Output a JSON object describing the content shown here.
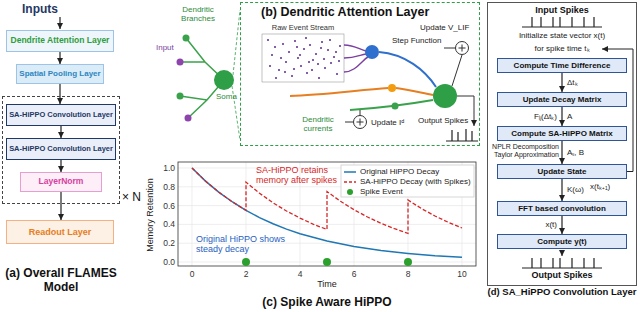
{
  "diagram": {
    "nodes": [
      {
        "text": [
          "Dendrite Attention Layer"
        ]
      },
      {
        "text": [
          "Spatial Pooling Layer"
        ]
      },
      {
        "text": [
          "× N"
        ]
      },
      {
        "text": [
          "SA-HiPPO Convolution Layer"
        ],
        "in": 2
      },
      {
        "text": [
          "SA-HiPPO Convolution Layer"
        ],
        "in": 2
      },
      {
        "text": [
          "LayerNorm"
        ],
        "in": 2
      },
      {
        "text": [
          "Readout Layer"
        ]
      },
      {
        "text": [
          "(b) Dendritic Attention Layer"
        ]
      },
      {
        "text": [
          "(d) SA_HiPPO Convolution Layer"
        ]
      },
      {
        "text": [
          "Compute Time Difference"
        ],
        "in": 8
      },
      {
        "text": [
          "Update Decay Matrix"
        ],
        "in": 8
      },
      {
        "text": [
          "Compute SA-HiPPO Matrix"
        ],
        "in": 8
      },
      {
        "text": [
          "Update State"
        ],
        "in": 8
      },
      {
        "text": [
          "FFT based convolution"
        ],
        "in": 8
      },
      {
        "text": [
          "Compute y(t)"
        ],
        "in": 8
      }
    ],
    "edges": [
      {
        "from": 0,
        "to": 1,
        "arrow": "to"
      },
      {
        "from": 1,
        "to": 3,
        "arrow": "to"
      },
      {
        "from": 3,
        "to": 4,
        "arrow": "to"
      },
      {
        "from": 4,
        "to": 5,
        "arrow": "to"
      },
      {
        "from": 5,
        "to": 6,
        "arrow": "to"
      },
      {
        "from": 9,
        "to": 10,
        "label": "Δtₖ",
        "arrow": "to"
      },
      {
        "from": 10,
        "to": 11,
        "label": "A",
        "arrow": "to"
      },
      {
        "from": 11,
        "to": 12,
        "label": "Aₛ, B",
        "arrow": "to"
      },
      {
        "from": 12,
        "to": 13,
        "label": "K(ω)",
        "arrow": "to"
      },
      {
        "from": 13,
        "to": 14,
        "label": "x(t)",
        "arrow": "to"
      }
    ],
    "labels": [
      "Inputs",
      "(a) Overall FLAMES Model",
      "Dendritic Branches",
      "Soma",
      "Input",
      "Raw Event Stream",
      "Update V_LIF",
      "Step Function",
      "Dendritic currents",
      "Update Iᵈ",
      "Output Spikes",
      "1.0",
      "0.8",
      "0.6",
      "0.4",
      "0.2",
      "0.0",
      "0",
      "2",
      "4",
      "6",
      "8",
      "10",
      "Memory Retention",
      "Time",
      "SA-HiPPO retains memory after spikes",
      "Original HiPPO shows steady decay",
      "(c) Spike Aware HiPPO",
      "Input Spikes",
      "Initialize state vector x(t)",
      "for spike time tₖ",
      "Fᵢⱼ(Δtₖ)",
      "NPLR Decomposition Taylor Approximation",
      "x(tₖ₊₁)",
      "Output Spikes"
    ],
    "legend": [
      {
        "text": "Original HiPPO Decay"
      },
      {
        "text": "SA-HiPPO Decay (with Spikes)"
      },
      {
        "text": "Spike Event"
      }
    ]
  }
}
